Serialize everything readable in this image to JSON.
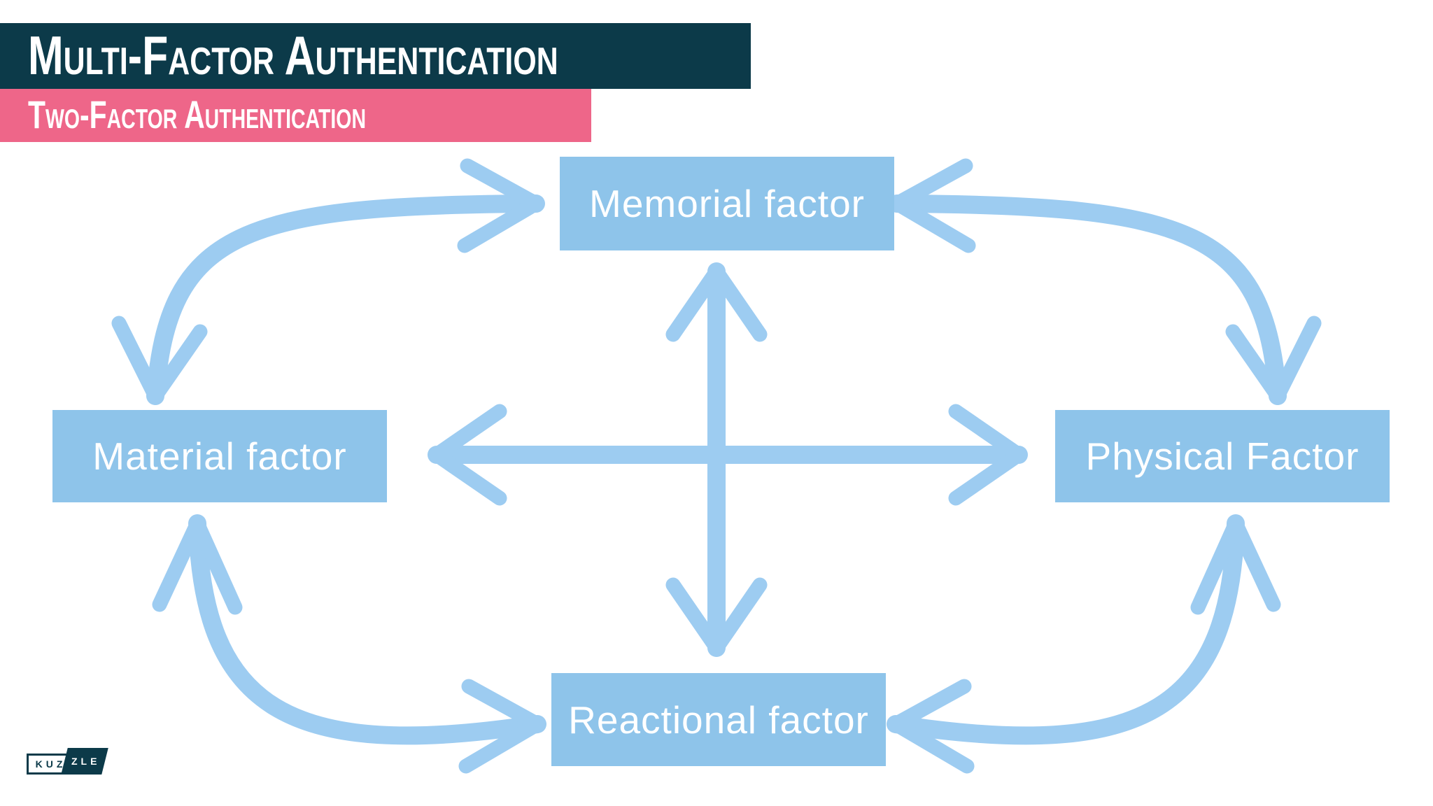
{
  "header": {
    "title": "Multi-Factor Authentication",
    "subtitle": "Two-Factor Authentication"
  },
  "diagram": {
    "nodes": [
      {
        "label": "Memorial factor"
      },
      {
        "label": "Material factor"
      },
      {
        "label": "Physical Factor"
      },
      {
        "label": "Reactional factor"
      }
    ],
    "connections": [
      {
        "from": "Material factor",
        "to": "Memorial factor",
        "style": "curved double arrow"
      },
      {
        "from": "Memorial factor",
        "to": "Physical Factor",
        "style": "curved double arrow"
      },
      {
        "from": "Material factor",
        "to": "Reactional factor",
        "style": "curved double arrow"
      },
      {
        "from": "Reactional factor",
        "to": "Physical Factor",
        "style": "curved double arrow"
      },
      {
        "from": "Memorial factor",
        "to": "Reactional factor",
        "style": "straight double arrow"
      },
      {
        "from": "Material factor",
        "to": "Physical Factor",
        "style": "straight double arrow"
      }
    ]
  },
  "logo": {
    "left": "KUZ",
    "right": "ZLE"
  },
  "colors": {
    "navy": "#0c3a49",
    "pink": "#ee6689",
    "box_blue": "#8ec4ea",
    "arrow_blue": "#9dccf1",
    "text_white": "#ffffff"
  }
}
